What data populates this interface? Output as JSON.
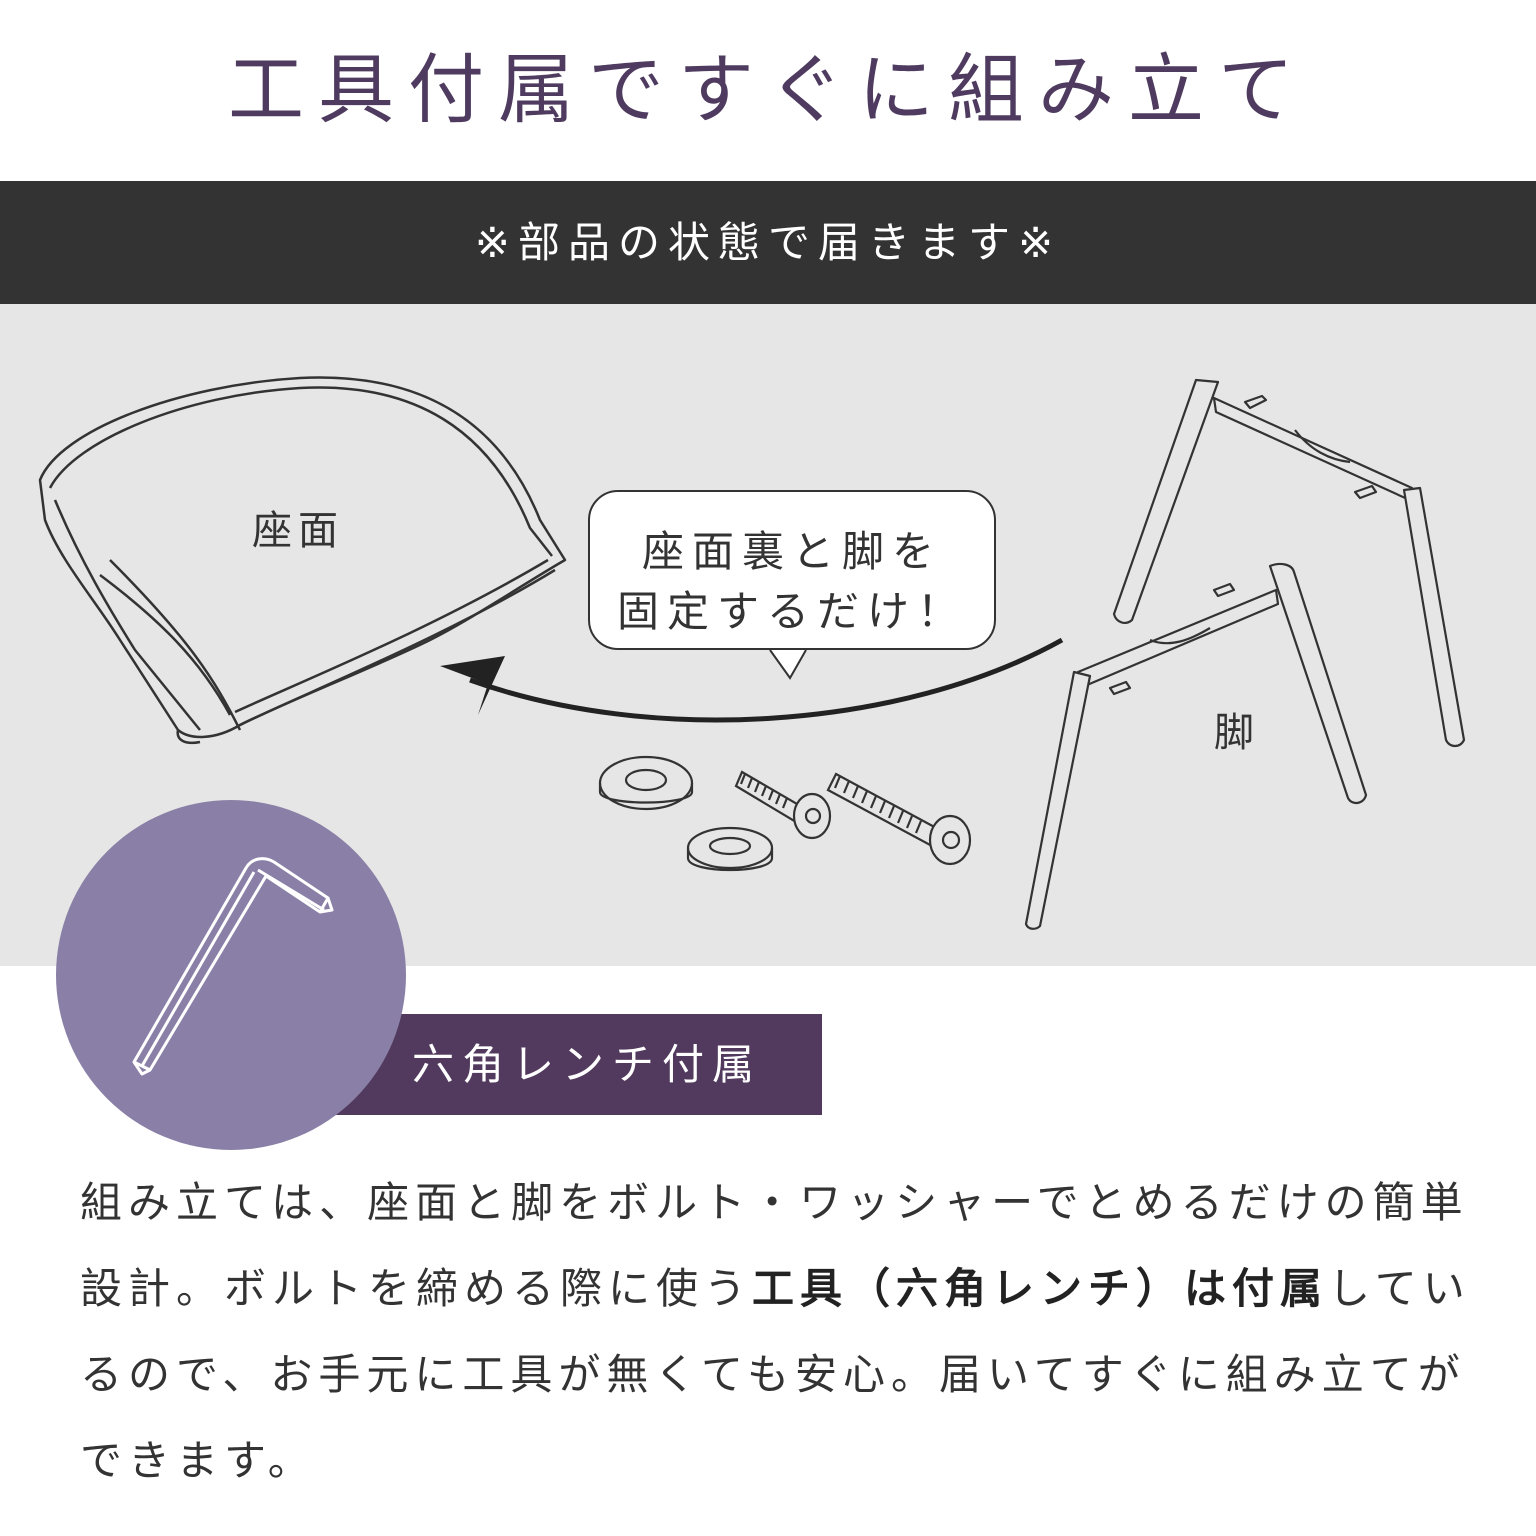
{
  "title": "工具付属ですぐに組み立て",
  "banner": "※部品の状態で届きます※",
  "labels": {
    "seat": "座面",
    "legs": "脚"
  },
  "bubble": {
    "line1": "座面裏と脚を",
    "line2": "固定するだけ！"
  },
  "tag": "六角レンチ付属",
  "description": {
    "p1": "組み立ては、座面と脚をボルト・ワッシャーでとめるだけの簡単設計。ボルトを締める際に使う",
    "b1": "工具（六角レンチ）は付属",
    "p2": "しているので、お手元に工具が無くても安心。届いてすぐに組み立てができます。"
  },
  "colors": {
    "title": "#4e3b5f",
    "banner_bg": "#333333",
    "panel_bg": "#e6e6e6",
    "circle": "#8a7fa6",
    "tag_bg": "#523a5e"
  },
  "icons": [
    "seat-illustration",
    "leg-frame-illustration",
    "arrow-icon",
    "washer-icon",
    "spring-washer-icon",
    "bolt-icon",
    "hex-wrench-icon"
  ]
}
